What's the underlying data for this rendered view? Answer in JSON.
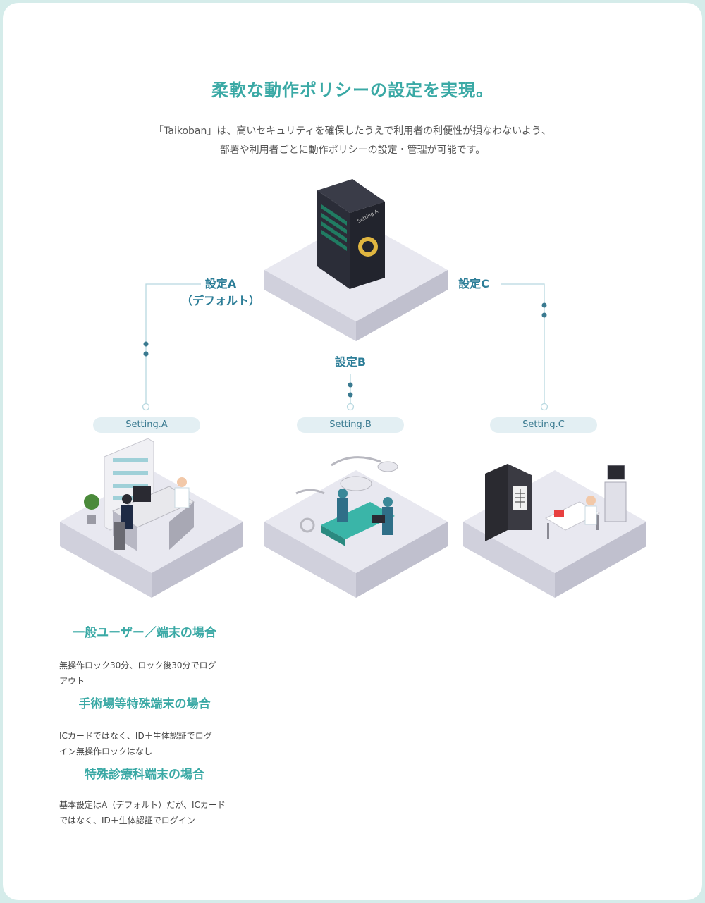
{
  "heading": "柔軟な動作ポリシーの設定を実現。",
  "description": {
    "line1": "「Taikoban」は、高いセキュリティを確保したうえで利用者の利便性が損なわないよう、",
    "line2": "部署や利用者ごとに動作ポリシーの設定・管理が可能です。"
  },
  "server": {
    "label": "Setting A"
  },
  "settings": {
    "a": {
      "line1": "設定A",
      "line2": "（デフォルト）"
    },
    "b": "設定B",
    "c": "設定C"
  },
  "pills": [
    "Setting.A",
    "Setting.B",
    "Setting.C"
  ],
  "cases": [
    {
      "title": "一般ユーザー／端末の場合",
      "text1": "無操作ロック30分、ロック後30分でログ",
      "text2": "アウト"
    },
    {
      "title": "手術場等特殊端末の場合",
      "text1": "ICカードではなく、ID＋生体認証でログ",
      "text2": "イン無操作ロックはなし"
    },
    {
      "title": "特殊診療科端末の場合",
      "text1": "基本設定はA（デフォルト）だが、ICカード",
      "text2": "ではなく、ID＋生体認証でログイン"
    }
  ],
  "colors": {
    "accent": "#3aa9a5",
    "label": "#2d7e98",
    "line": "#b8d8e0",
    "dot": "#3a7a90"
  }
}
